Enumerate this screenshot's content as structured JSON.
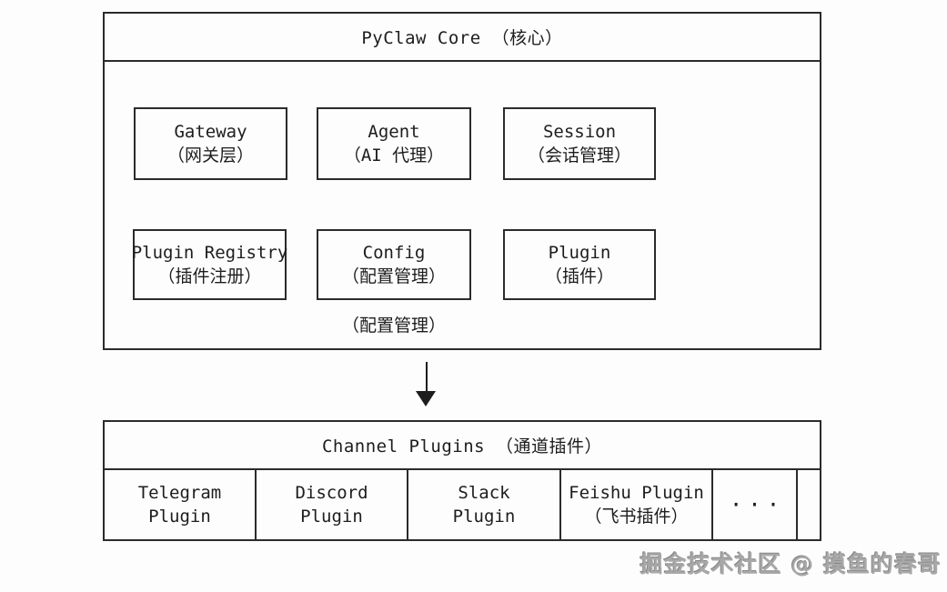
{
  "style": {
    "line_color": "#2b2b2b",
    "text_color": "#1d1d1d",
    "background": "#fdfdfd",
    "watermark_color": "#a8a8a8"
  },
  "core": {
    "title": "PyClaw Core （核心）",
    "modules": [
      {
        "line1": "Gateway",
        "line2": "（网关层）"
      },
      {
        "line1": "Agent",
        "line2": "（AI 代理）"
      },
      {
        "line1": "Session",
        "line2": "（会话管理）"
      },
      {
        "line1": "Plugin Registry",
        "line2": "（插件注册）"
      },
      {
        "line1": "Config",
        "line2": "（配置管理）"
      },
      {
        "line1": "Plugin",
        "line2": "（插件）"
      }
    ],
    "footnote": "（配置管理）"
  },
  "channels": {
    "title": "Channel Plugins （通道插件）",
    "cells": [
      {
        "line1": "Telegram",
        "line2": "Plugin"
      },
      {
        "line1": "Discord",
        "line2": "Plugin"
      },
      {
        "line1": "Slack",
        "line2": "Plugin"
      },
      {
        "line1": "Feishu Plugin",
        "line2": "（飞书插件）"
      },
      {
        "line1": "···",
        "line2": ""
      }
    ]
  },
  "watermark": "掘金技术社区 @ 摸鱼的春哥"
}
